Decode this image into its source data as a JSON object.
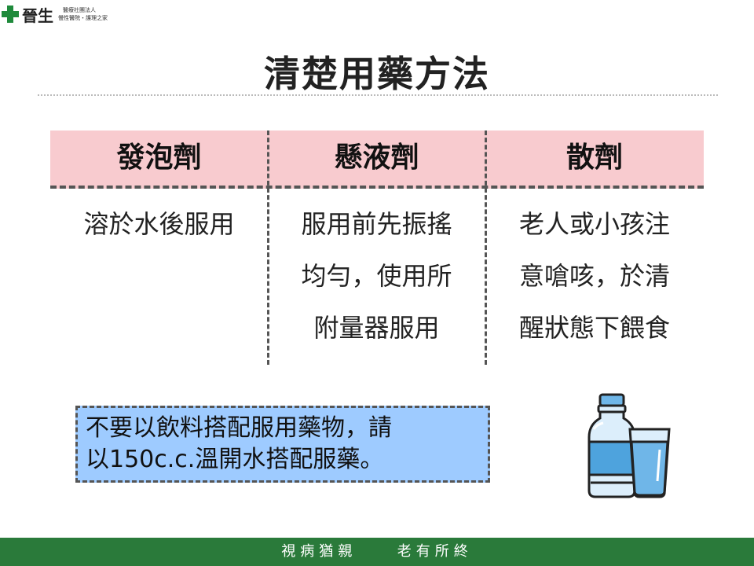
{
  "logo": {
    "name": "晉生",
    "subtitle_line1": "醫療社團法人",
    "subtitle_line2": "慢性醫院‧護理之家"
  },
  "title": "清楚用藥方法",
  "table": {
    "headers": [
      "發泡劑",
      "懸液劑",
      "散劑"
    ],
    "columns": [
      [
        "溶於水後服用"
      ],
      [
        "服用前先振搖",
        "均勻，使用所",
        "附量器服用"
      ],
      [
        "老人或小孩注",
        "意嗆咳，於清",
        "醒狀態下餵食"
      ]
    ]
  },
  "note": {
    "line1": "不要以飲料搭配服用藥物，請",
    "line2": "以150c.c.溫開水搭配服藥。"
  },
  "illustration": {
    "icon": "water-bottle-and-glass-icon"
  },
  "footer": {
    "left": "視病猶親",
    "right": "老有所終"
  },
  "colors": {
    "header_bg": "#f8cbcf",
    "note_bg": "#9ecbff",
    "footer_bg": "#2a7a3a",
    "logo_green": "#1f8a3b"
  }
}
